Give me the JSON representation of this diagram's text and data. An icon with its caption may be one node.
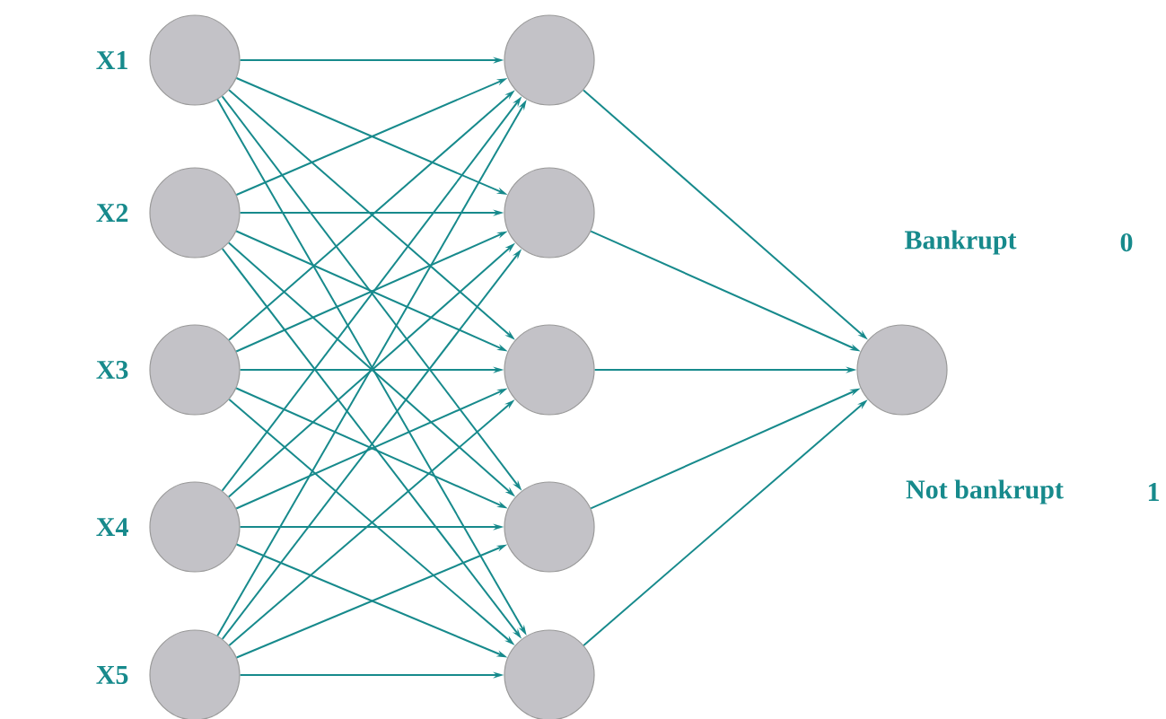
{
  "diagram": {
    "nodes": [
      {
        "text": [],
        "shape": "circle",
        "beside": [
          "X1"
        ]
      },
      {
        "text": [],
        "shape": "circle",
        "beside": [
          "X2"
        ]
      },
      {
        "text": [],
        "shape": "circle",
        "beside": [
          "X3"
        ]
      },
      {
        "text": [],
        "shape": "circle",
        "beside": [
          "X4"
        ]
      },
      {
        "text": [],
        "shape": "circle",
        "beside": [
          "X5"
        ]
      },
      {
        "text": [],
        "shape": "circle"
      },
      {
        "text": [],
        "shape": "circle"
      },
      {
        "text": [],
        "shape": "circle"
      },
      {
        "text": [],
        "shape": "circle"
      },
      {
        "text": [],
        "shape": "circle"
      },
      {
        "text": [],
        "shape": "circle"
      }
    ],
    "edges": [
      {
        "from": 0,
        "to": 5,
        "arrow": "to"
      },
      {
        "from": 0,
        "to": 6,
        "arrow": "to"
      },
      {
        "from": 0,
        "to": 7,
        "arrow": "to"
      },
      {
        "from": 0,
        "to": 8,
        "arrow": "to"
      },
      {
        "from": 0,
        "to": 9,
        "arrow": "to"
      },
      {
        "from": 1,
        "to": 5,
        "arrow": "to"
      },
      {
        "from": 1,
        "to": 6,
        "arrow": "to"
      },
      {
        "from": 1,
        "to": 7,
        "arrow": "to"
      },
      {
        "from": 1,
        "to": 8,
        "arrow": "to"
      },
      {
        "from": 1,
        "to": 9,
        "arrow": "to"
      },
      {
        "from": 2,
        "to": 5,
        "arrow": "to"
      },
      {
        "from": 2,
        "to": 6,
        "arrow": "to"
      },
      {
        "from": 2,
        "to": 7,
        "arrow": "to"
      },
      {
        "from": 2,
        "to": 8,
        "arrow": "to"
      },
      {
        "from": 2,
        "to": 9,
        "arrow": "to"
      },
      {
        "from": 3,
        "to": 5,
        "arrow": "to"
      },
      {
        "from": 3,
        "to": 6,
        "arrow": "to"
      },
      {
        "from": 3,
        "to": 7,
        "arrow": "to"
      },
      {
        "from": 3,
        "to": 8,
        "arrow": "to"
      },
      {
        "from": 3,
        "to": 9,
        "arrow": "to"
      },
      {
        "from": 4,
        "to": 5,
        "arrow": "to"
      },
      {
        "from": 4,
        "to": 6,
        "arrow": "to"
      },
      {
        "from": 4,
        "to": 7,
        "arrow": "to"
      },
      {
        "from": 4,
        "to": 8,
        "arrow": "to"
      },
      {
        "from": 4,
        "to": 9,
        "arrow": "to"
      },
      {
        "from": 5,
        "to": 10,
        "arrow": "to"
      },
      {
        "from": 6,
        "to": 10,
        "arrow": "to"
      },
      {
        "from": 7,
        "to": 10,
        "arrow": "to"
      },
      {
        "from": 8,
        "to": 10,
        "arrow": "to"
      },
      {
        "from": 9,
        "to": 10,
        "arrow": "to"
      }
    ],
    "labels": [
      "Bankrupt",
      "0",
      "Not bankrupt",
      "1"
    ]
  }
}
